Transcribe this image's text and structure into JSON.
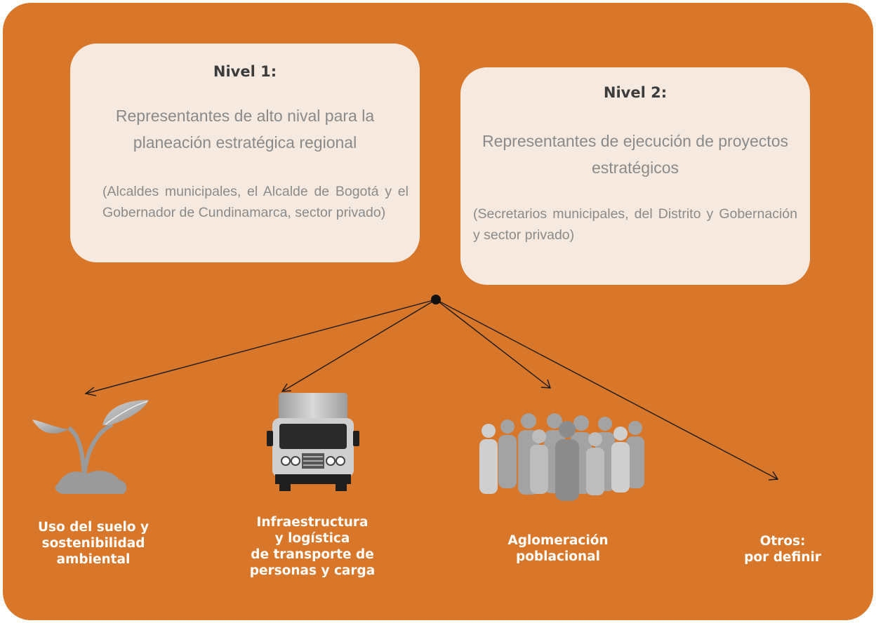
{
  "nivel1": {
    "title": "Nivel 1:",
    "lead": "Representantes de alto nival para la planeación estratégica regional",
    "note": "(Alcaldes municipales, el Alcalde de Bogotá y el Gobernador de Cundinamarca, sector privado)"
  },
  "nivel2": {
    "title": "Nivel 2:",
    "lead": "Representantes de ejecución de proyectos estratégicos",
    "note": "(Secretarios municipales, del Distrito y Gobernación y sector privado)"
  },
  "categories": [
    {
      "icon": "plant-sprout-icon",
      "label_lines": [
        "Uso del suelo y",
        "sostenibilidad",
        "ambiental"
      ]
    },
    {
      "icon": "truck-icon",
      "label_lines": [
        "Infraestructura",
        "y logística",
        "de transporte de",
        "personas y carga"
      ]
    },
    {
      "icon": "crowd-people-icon",
      "label_lines": [
        "Aglomeración",
        "poblacional"
      ]
    },
    {
      "icon": "none",
      "label_lines": [
        "Otros:",
        "por definir"
      ]
    }
  ],
  "colors": {
    "background": "#d8772a",
    "box": "#f6eae0",
    "box_text": "#8a8a8a",
    "title_text": "#3c3c3c",
    "icon_gray": "#a8a8a8",
    "label_text": "#ffffff",
    "arrows": "#1a1a1a"
  }
}
